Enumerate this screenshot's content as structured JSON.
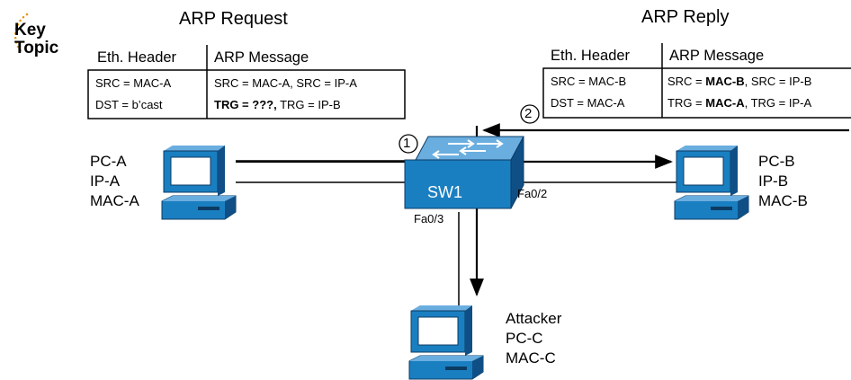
{
  "key_topic": {
    "line1": "Key",
    "line2": "Topic"
  },
  "request": {
    "title": "ARP Request",
    "eth_header": "Eth. Header",
    "arp_message": "ARP Message",
    "eth_rows": [
      "SRC = MAC-A",
      "DST = b’cast"
    ],
    "arp_row1": "SRC = MAC-A, SRC = IP-A",
    "arp_row2_bold": "TRG = ???,",
    "arp_row2_rest": " TRG = IP-B"
  },
  "reply": {
    "title": "ARP Reply",
    "eth_header": "Eth. Header",
    "arp_message": "ARP Message",
    "eth_rows": [
      "SRC = MAC-B",
      "DST = MAC-A"
    ],
    "arp_row1_pre": "SRC = ",
    "arp_row1_bold": "MAC-B",
    "arp_row1_post": ", SRC = IP-B",
    "arp_row2_pre": "TRG = ",
    "arp_row2_bold": "MAC-A",
    "arp_row2_post": ", TRG = IP-A"
  },
  "steps": [
    "1",
    "2"
  ],
  "switch": {
    "name": "SW1",
    "ports": [
      "Fa0/2",
      "Fa0/3"
    ]
  },
  "hosts": {
    "pc_a": [
      "PC-A",
      "IP-A",
      "MAC-A"
    ],
    "pc_b": [
      "PC-B",
      "IP-B",
      "MAC-B"
    ],
    "attacker": [
      "Attacker",
      "PC-C",
      "MAC-C"
    ]
  },
  "colors": {
    "accent": "#1a7fc1",
    "key_dots": "#e8960f"
  }
}
